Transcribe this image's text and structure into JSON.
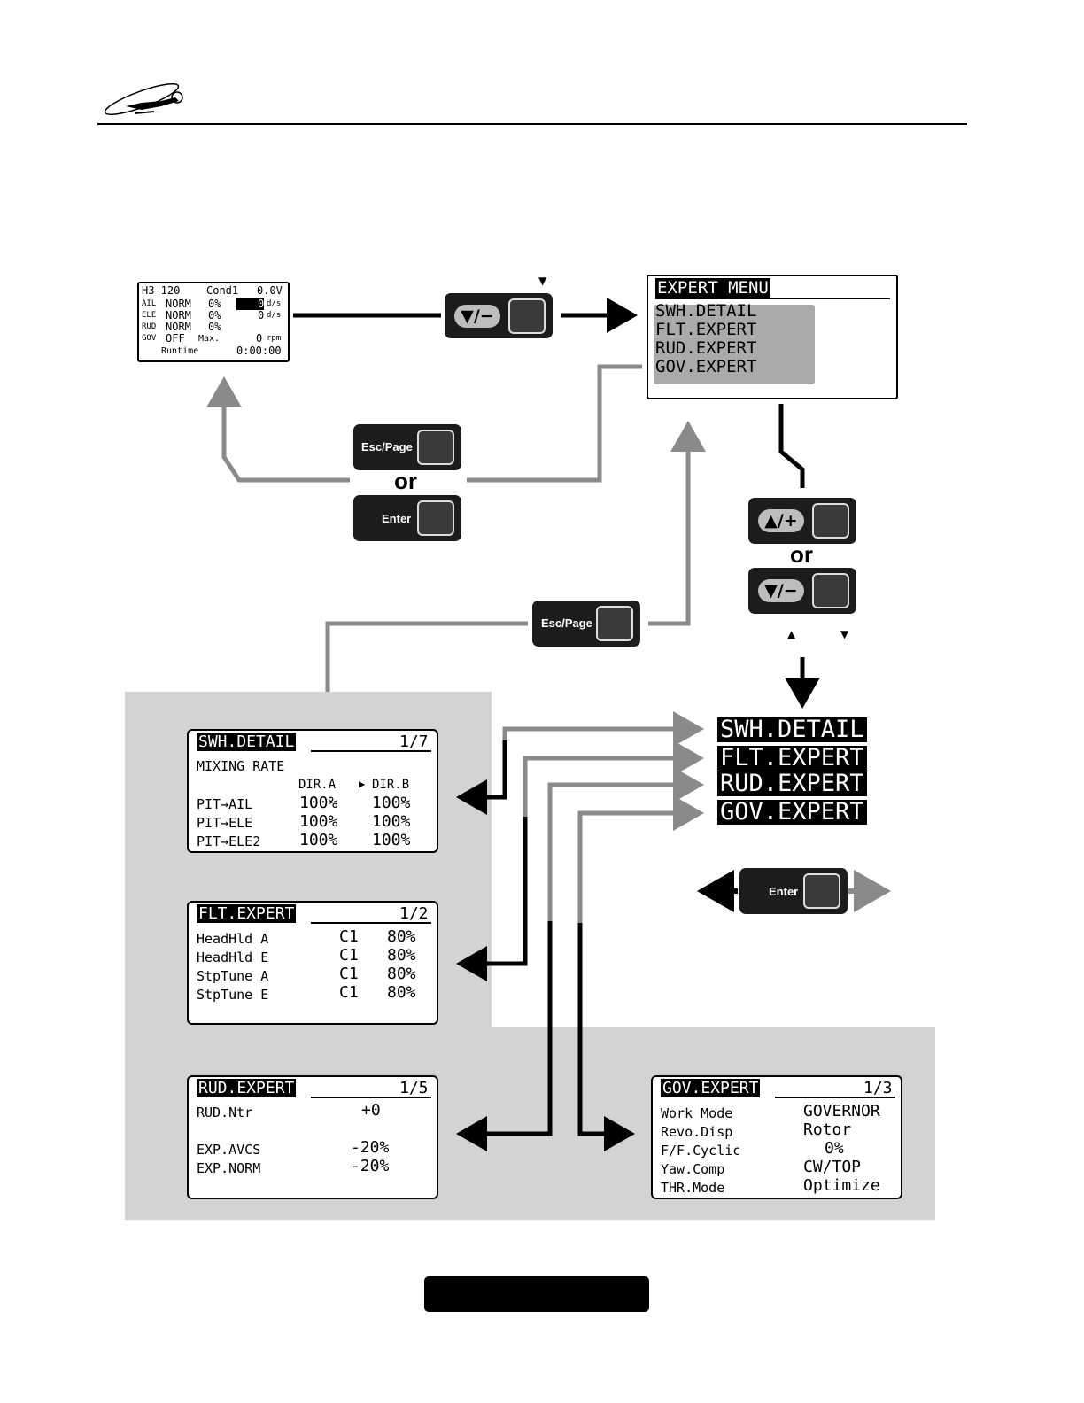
{
  "home_screen": {
    "r1": {
      "a": "H3-120",
      "b": "Cond1",
      "c": "0.0V"
    },
    "r2": {
      "a": "AIL",
      "b": "NORM",
      "c": "0%",
      "d": "0",
      "e": "d/s"
    },
    "r3": {
      "a": "ELE",
      "b": "NORM",
      "c": "0%",
      "d": "0",
      "e": "d/s"
    },
    "r4": {
      "a": "RUD",
      "b": "NORM",
      "c": "0%"
    },
    "r5": {
      "a": "GOV",
      "b": "OFF",
      "c": "Max.",
      "d": "0",
      "e": "rpm"
    },
    "r6": {
      "a": "Runtime",
      "b": "0:00:00"
    }
  },
  "expert_menu": {
    "title": "EXPERT MENU",
    "items": [
      "SWH.DETAIL",
      "FLT.EXPERT",
      "RUD.EXPERT",
      "GOV.EXPERT"
    ]
  },
  "buttons": {
    "down_minus": "▼/−",
    "up_plus": "▲/+",
    "esc_page": "Esc/Page",
    "enter": "Enter",
    "or": "or",
    "tri_down": "▼",
    "tri_up": "▲"
  },
  "menu_labels": [
    "SWH.DETAIL",
    "FLT.EXPERT",
    "RUD.EXPERT",
    "GOV.EXPERT"
  ],
  "swh_detail": {
    "title": "SWH.DETAIL",
    "page": "1/7",
    "sub": "MIXING RATE",
    "hdr_a": "DIR.A",
    "arrow": "▶",
    "hdr_b": "DIR.B",
    "rows": [
      {
        "name": "PIT→AIL",
        "a": "100%",
        "b": "100%"
      },
      {
        "name": "PIT→ELE",
        "a": "100%",
        "b": "100%"
      },
      {
        "name": "PIT→ELE2",
        "a": "100%",
        "b": "100%"
      }
    ]
  },
  "flt_expert": {
    "title": "FLT.EXPERT",
    "page": "1/2",
    "rows": [
      {
        "name": "HeadHld A",
        "c": "C1",
        "v": "80%"
      },
      {
        "name": "HeadHld E",
        "c": "C1",
        "v": "80%"
      },
      {
        "name": "StpTune A",
        "c": "C1",
        "v": "80%"
      },
      {
        "name": "StpTune E",
        "c": "C1",
        "v": "80%"
      }
    ]
  },
  "rud_expert": {
    "title": "RUD.EXPERT",
    "page": "1/5",
    "rows": [
      {
        "name": "RUD.Ntr",
        "v": "+0"
      },
      {
        "name": "EXP.AVCS",
        "v": "-20%"
      },
      {
        "name": "EXP.NORM",
        "v": "-20%"
      }
    ]
  },
  "gov_expert": {
    "title": "GOV.EXPERT",
    "page": "1/3",
    "rows": [
      {
        "name": "Work Mode",
        "v": "GOVERNOR"
      },
      {
        "name": "Revo.Disp",
        "v": "Rotor"
      },
      {
        "name": "F/F.Cyclic",
        "v": "0%"
      },
      {
        "name": "Yaw.Comp",
        "v": "CW/TOP"
      },
      {
        "name": "THR.Mode",
        "v": "Optimize"
      }
    ]
  }
}
